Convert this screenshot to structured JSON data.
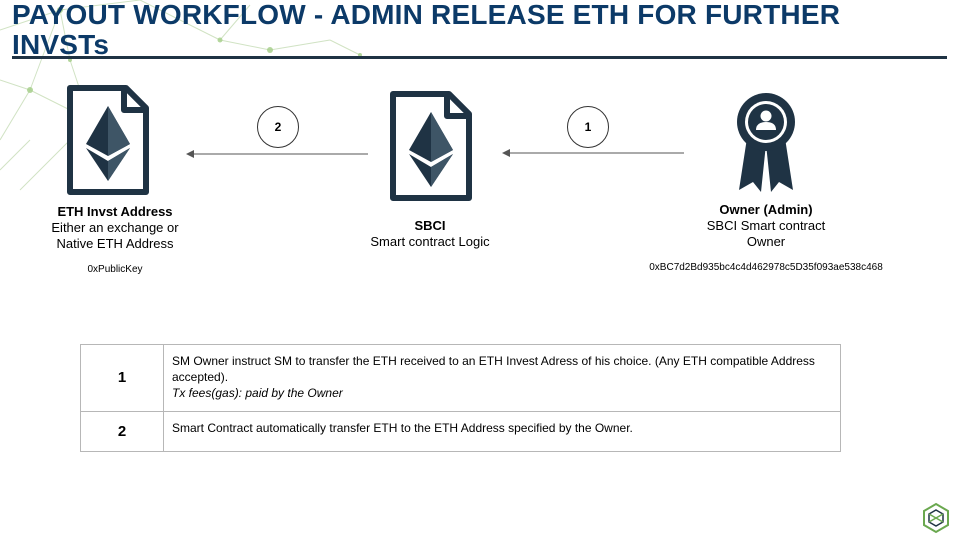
{
  "title": "PAYOUT WORKFLOW - ADMIN RELEASE ETH FOR FURTHER INVSTs",
  "nodes": {
    "eth_invest": {
      "name": "ETH Invst Address",
      "line1": "Either an exchange or",
      "line2": "Native ETH Address",
      "address": "0xPublicKey",
      "icon": "ethereum-document-icon"
    },
    "sbci": {
      "name": "SBCI",
      "line1": "Smart contract Logic",
      "icon": "ethereum-document-icon"
    },
    "owner": {
      "name": "Owner (Admin)",
      "line1": "SBCI Smart contract",
      "line2": "Owner",
      "address": "0xBC7d2Bd935bc4c4d462978c5D35f093ae538c468",
      "icon": "owner-award-badge-icon"
    }
  },
  "steps": [
    {
      "number": "1",
      "text": "SM Owner instruct SM to transfer the ETH received to an ETH Invest Adress of his choice. (Any ETH compatible Address accepted).",
      "note": "Tx fees(gas): paid by the Owner"
    },
    {
      "number": "2",
      "text": "Smart Contract automatically transfer ETH to the ETH Address specified by the Owner."
    }
  ],
  "colors": {
    "title": "#0c3a68",
    "icon": "#1f3344",
    "network_lines": "#a8d08d",
    "table_border": "#b7b7b7"
  }
}
